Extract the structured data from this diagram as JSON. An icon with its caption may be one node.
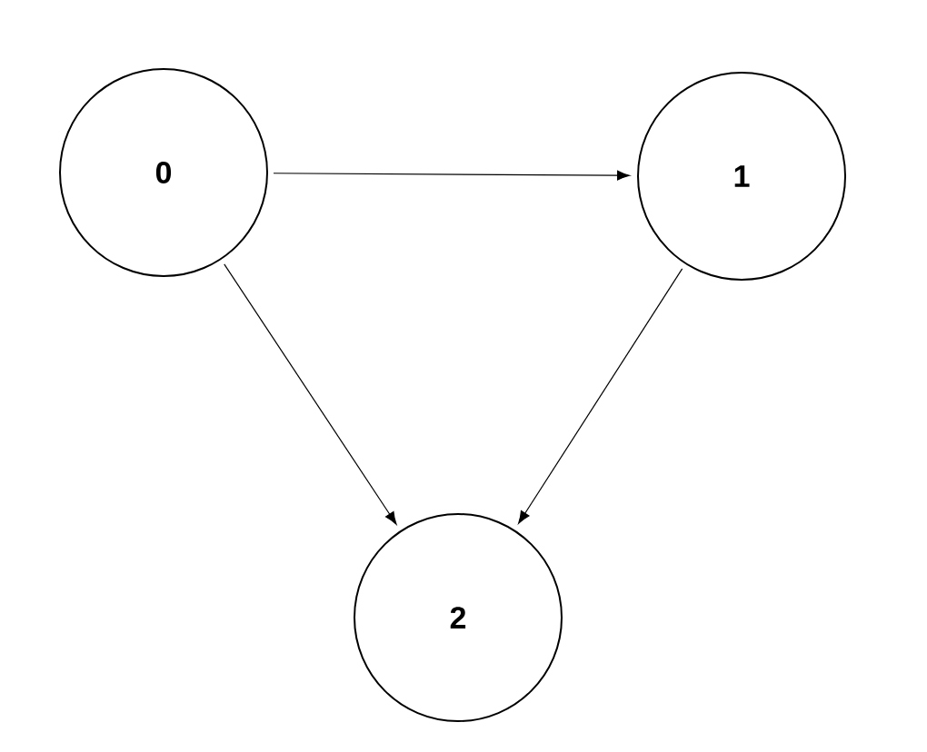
{
  "diagram": {
    "nodes": [
      {
        "text": [
          "0"
        ]
      },
      {
        "text": [
          "1"
        ]
      },
      {
        "text": [
          "2"
        ]
      }
    ],
    "edges": [
      {
        "from": 0,
        "to": 1,
        "arrow": "to"
      },
      {
        "from": 1,
        "to": 2,
        "arrow": "to"
      },
      {
        "from": 0,
        "to": 2,
        "arrow": "to"
      }
    ]
  }
}
